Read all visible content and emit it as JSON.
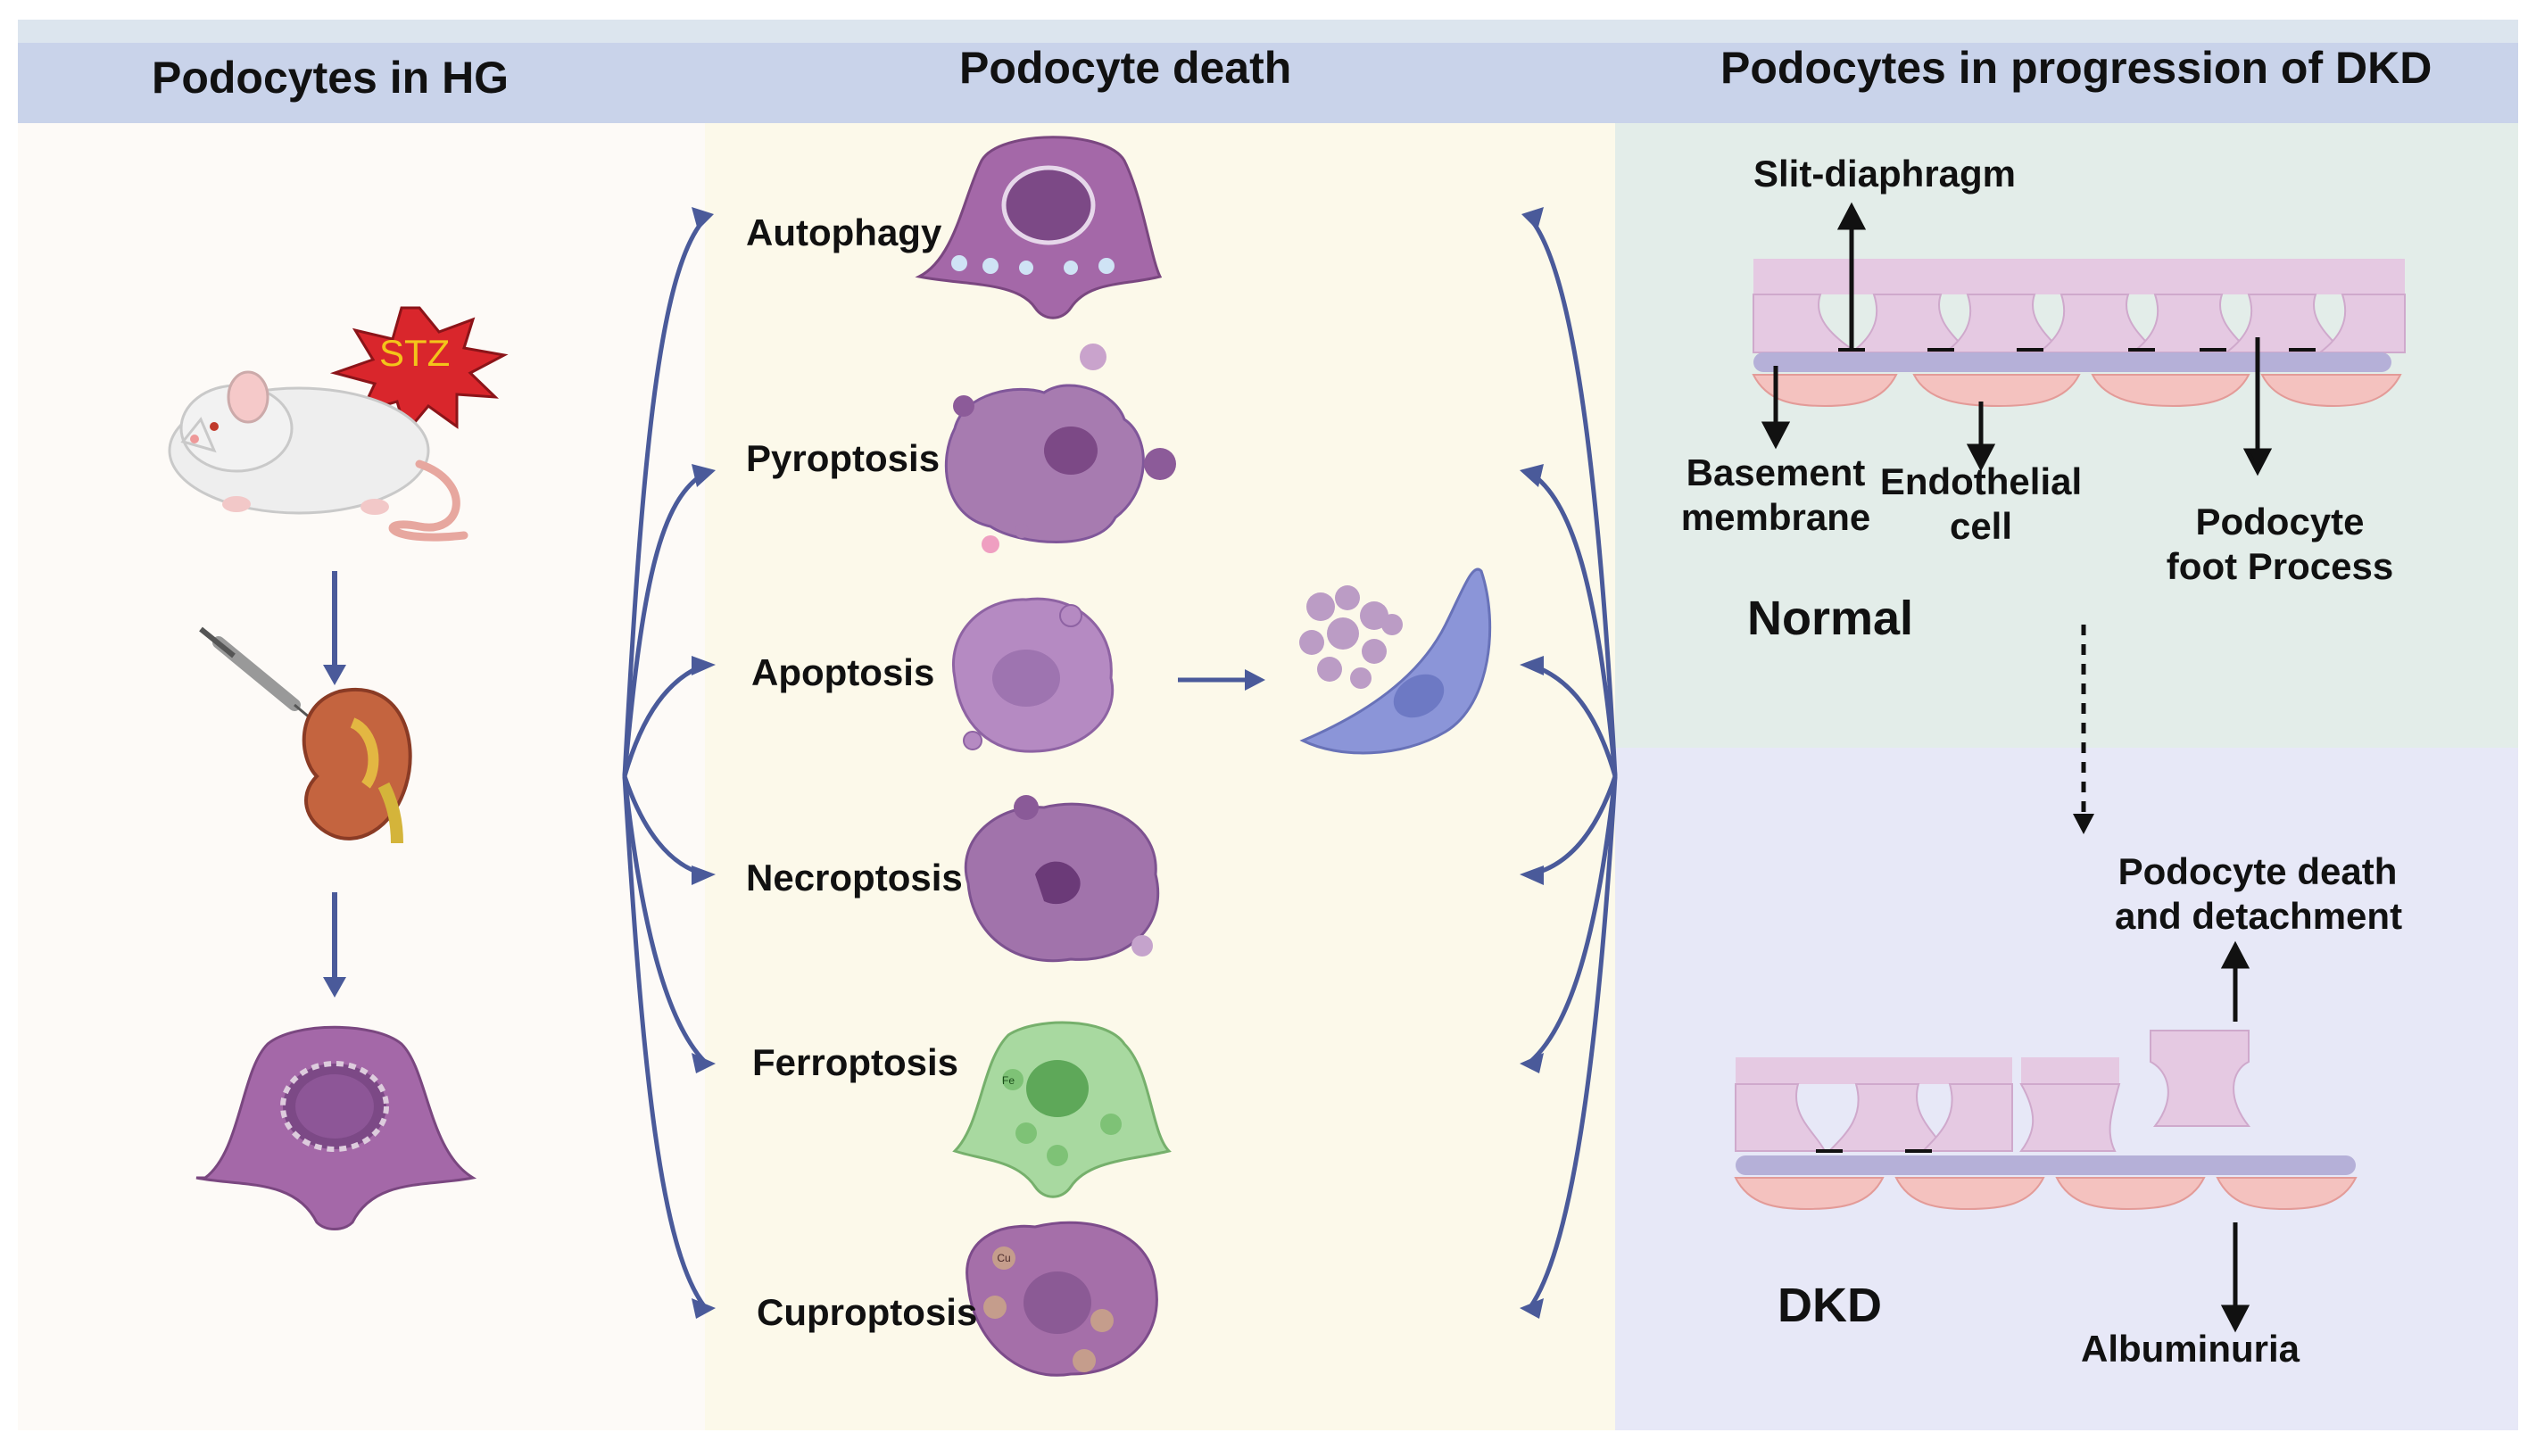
{
  "headers": {
    "left": "Podocytes in HG",
    "middle": "Podocyte death",
    "right": "Podocytes in progression of DKD"
  },
  "left_panel": {
    "badge": "STZ"
  },
  "death_types": [
    {
      "label": "Autophagy"
    },
    {
      "label": "Pyroptosis"
    },
    {
      "label": "Apoptosis"
    },
    {
      "label": "Necroptosis"
    },
    {
      "label": "Ferroptosis"
    },
    {
      "label": "Cuproptosis"
    }
  ],
  "cell_markers": {
    "fe": "Fe",
    "cu": "Cu"
  },
  "right_panel": {
    "normal": {
      "title": "Normal",
      "slit": "Slit-diaphragm",
      "basement_line1": "Basement",
      "basement_line2": "membrane",
      "endo_line1": "Endothelial",
      "endo_line2": "cell",
      "foot_line1": "Podocyte",
      "foot_line2": "foot Process"
    },
    "dkd": {
      "title": "DKD",
      "death_line1": "Podocyte death",
      "death_line2": "and detachment",
      "albuminuria": "Albuminuria"
    }
  },
  "colors": {
    "header_band": "#c9d3ea",
    "header_top": "#dce5ee",
    "middle_bg": "#fcf9ea",
    "normal_bg": "#e3ede9",
    "dkd_bg": "#e7e8f7",
    "arrow": "#4a5a9a",
    "podocyte": "#a468a8",
    "foot": "#e5c9e2",
    "membrane": "#b5b0d8",
    "endothelial": "#f4c2bf"
  }
}
